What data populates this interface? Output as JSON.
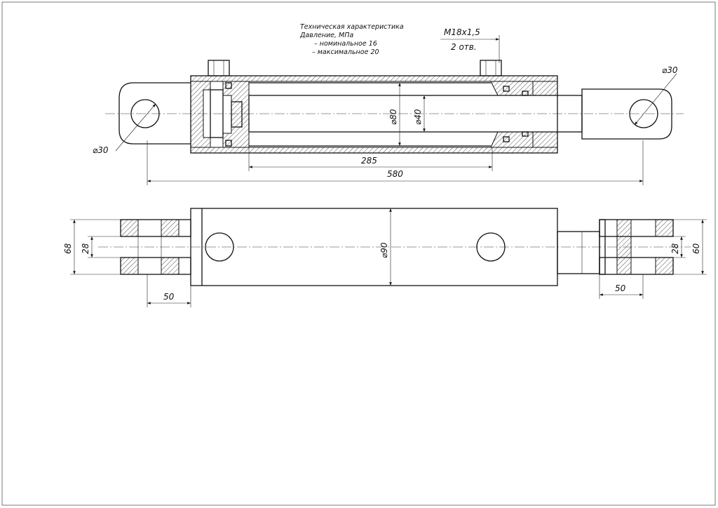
{
  "title": "Hydraulic cylinder drawing",
  "notes": {
    "line1": "Техническая характеристика",
    "line2": "Давление, МПа",
    "line3": "– номинальное 16",
    "line4": "– максимальное 20"
  },
  "thread": {
    "spec": "M18x1,5",
    "count": "2 отв."
  },
  "top_view": {
    "eye_left_dia": "⌀30",
    "eye_right_dia": "⌀30",
    "bore_dia": "⌀80",
    "rod_dia": "⌀40",
    "stroke": "285",
    "length": "580"
  },
  "bottom_view": {
    "body_dia": "⌀90",
    "left_outer": "68",
    "left_inner": "28",
    "left_length": "50",
    "right_inner": "28",
    "right_outer": "60",
    "right_length": "50"
  }
}
